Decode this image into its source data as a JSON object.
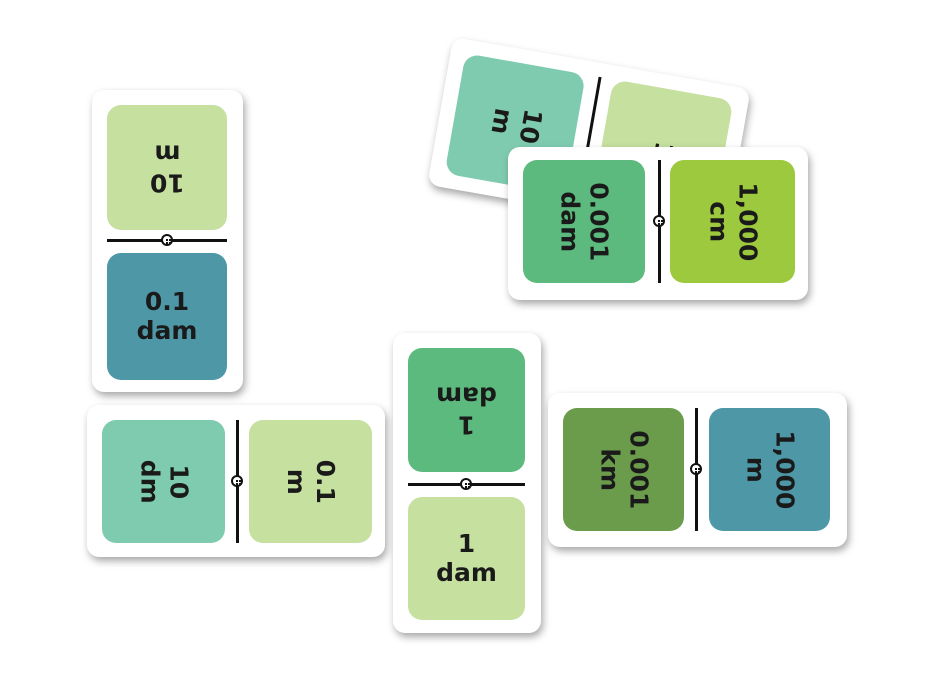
{
  "dominoes": {
    "back_tilted": {
      "left": "10\nm",
      "right": "1",
      "colors": [
        "#7fcbb0",
        "#c6e0a0"
      ]
    },
    "top_right": {
      "left": "0.001\ndam",
      "right": "1,000\ncm",
      "colors": [
        "#5dba7e",
        "#9cc93d"
      ]
    },
    "top_left": {
      "top": "10\nm",
      "bottom": "0.1\ndam",
      "colors": [
        "#c6e0a0",
        "#4e97a6"
      ]
    },
    "bottom_left": {
      "left": "10\ndm",
      "right": "0.1\nm",
      "colors": [
        "#7fcbb0",
        "#c6e0a0"
      ]
    },
    "center": {
      "top": "1\ndam",
      "bottom": "1\ndam",
      "colors": [
        "#5dba7e",
        "#c6e0a0"
      ]
    },
    "bottom_right": {
      "left": "0.001\nkm",
      "right": "1,000\nm",
      "colors": [
        "#6a9c4c",
        "#4e97a6"
      ]
    }
  }
}
